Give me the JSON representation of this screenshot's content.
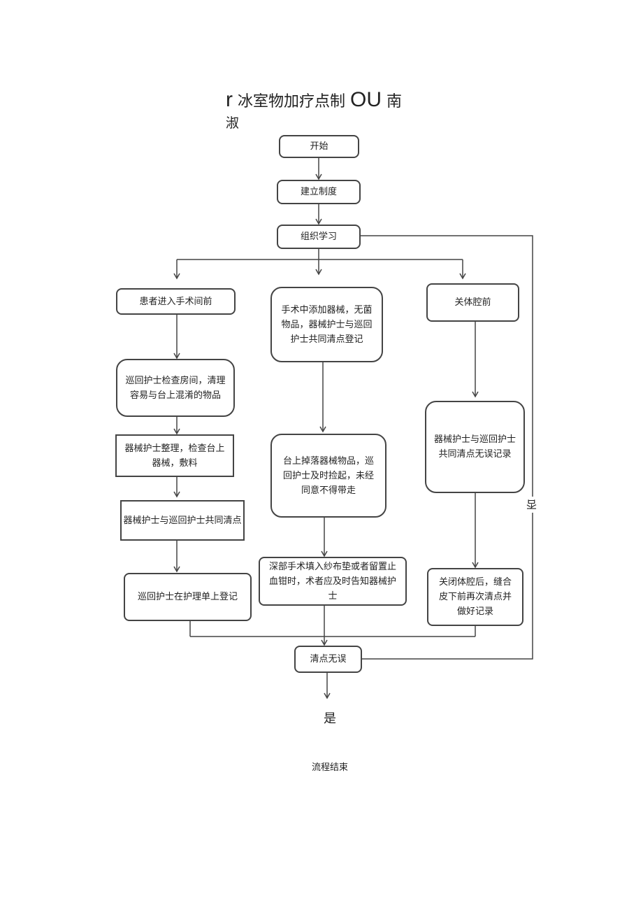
{
  "title_line1_a": "r",
  "title_line1_b": "冰室物加疗点制",
  "title_line1_c": "OU",
  "title_line1_d": "南",
  "title_line2": "淑",
  "nodes": {
    "start": "开始",
    "establish": "建立制度",
    "study": "组织学习",
    "left_1": "患者进入手术间前",
    "left_2": "巡回护士检查房间，清理容易与台上混淆的物品",
    "left_3": "器械护士整理，检查台上器械，敷料",
    "left_4": "器械护士与巡回护士共同清点",
    "left_5": "巡回护士在护理单上登记",
    "mid_1": "手术中添加器械，无菌物品，器械护士与巡回护士共同清点登记",
    "mid_2": "台上掉落器械物品，巡回护士及时捡起，未经同意不得带走",
    "mid_3": "深部手术填入纱布垫或者留置止血钳时，术者应及时告知器械护士",
    "right_1": "关体腔前",
    "right_2": "器械护士与巡回护士共同清点无误记录",
    "right_3": "关闭体腔后，缝合皮下前再次清点并做好记录",
    "check": "清点无误"
  },
  "labels": {
    "yes": "是",
    "no": "否"
  },
  "end": "流程结束"
}
